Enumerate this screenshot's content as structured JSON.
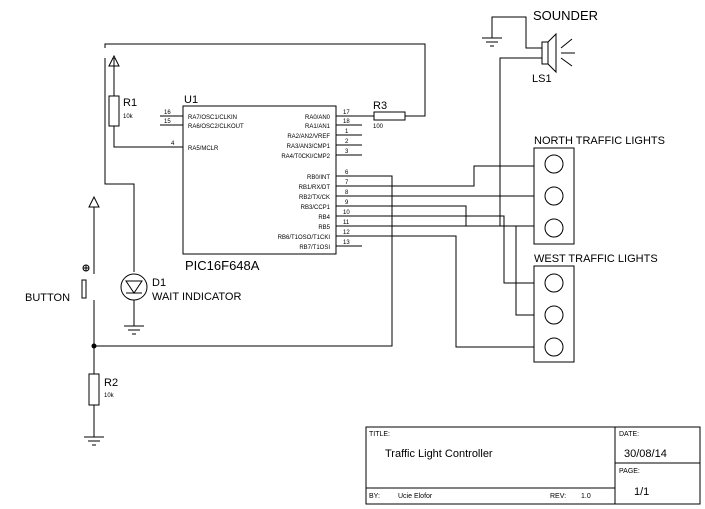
{
  "ic": {
    "ref": "U1",
    "part": "PIC16F648A",
    "left_pins": [
      {
        "num": "16",
        "name": "RA7/OSC1/CLKIN"
      },
      {
        "num": "15",
        "name": "RA6/OSC2/CLKOUT"
      },
      {
        "num": "4",
        "name": "RA5/MCLR"
      }
    ],
    "right_pins": [
      {
        "num": "17",
        "name": "RA0/AN0"
      },
      {
        "num": "18",
        "name": "RA1/AN1"
      },
      {
        "num": "1",
        "name": "RA2/AN2/VREF"
      },
      {
        "num": "2",
        "name": "RA3/AN3/CMP1"
      },
      {
        "num": "3",
        "name": "RA4/T0CKI/CMP2"
      },
      {
        "num": "6",
        "name": "RB0/INT"
      },
      {
        "num": "7",
        "name": "RB1/RX/DT"
      },
      {
        "num": "8",
        "name": "RB2/TX/CK"
      },
      {
        "num": "9",
        "name": "RB3/CCP1"
      },
      {
        "num": "10",
        "name": "RB4"
      },
      {
        "num": "11",
        "name": "RB5"
      },
      {
        "num": "12",
        "name": "RB6/T1OSO/T1CKI"
      },
      {
        "num": "13",
        "name": "RB7/T1OSI"
      }
    ]
  },
  "components": {
    "r1_ref": "R1",
    "r1_val": "10k",
    "r2_ref": "R2",
    "r2_val": "10k",
    "r3_ref": "R3",
    "r3_val": "100",
    "d1_ref": "D1",
    "d1_label": "WAIT INDICATOR",
    "button_label": "BUTTON",
    "sounder_label": "SOUNDER",
    "ls1_ref": "LS1",
    "north_label": "NORTH TRAFFIC LIGHTS",
    "west_label": "WEST TRAFFIC LIGHTS"
  },
  "title_block": {
    "title_caption": "TITLE:",
    "title": "Traffic Light Controller",
    "date_caption": "DATE:",
    "date": "30/08/14",
    "page_caption": "PAGE:",
    "page": "1/1",
    "by_caption": "BY:",
    "by": "Ucie Elofor",
    "rev_caption": "REV:",
    "rev": "1.0"
  }
}
